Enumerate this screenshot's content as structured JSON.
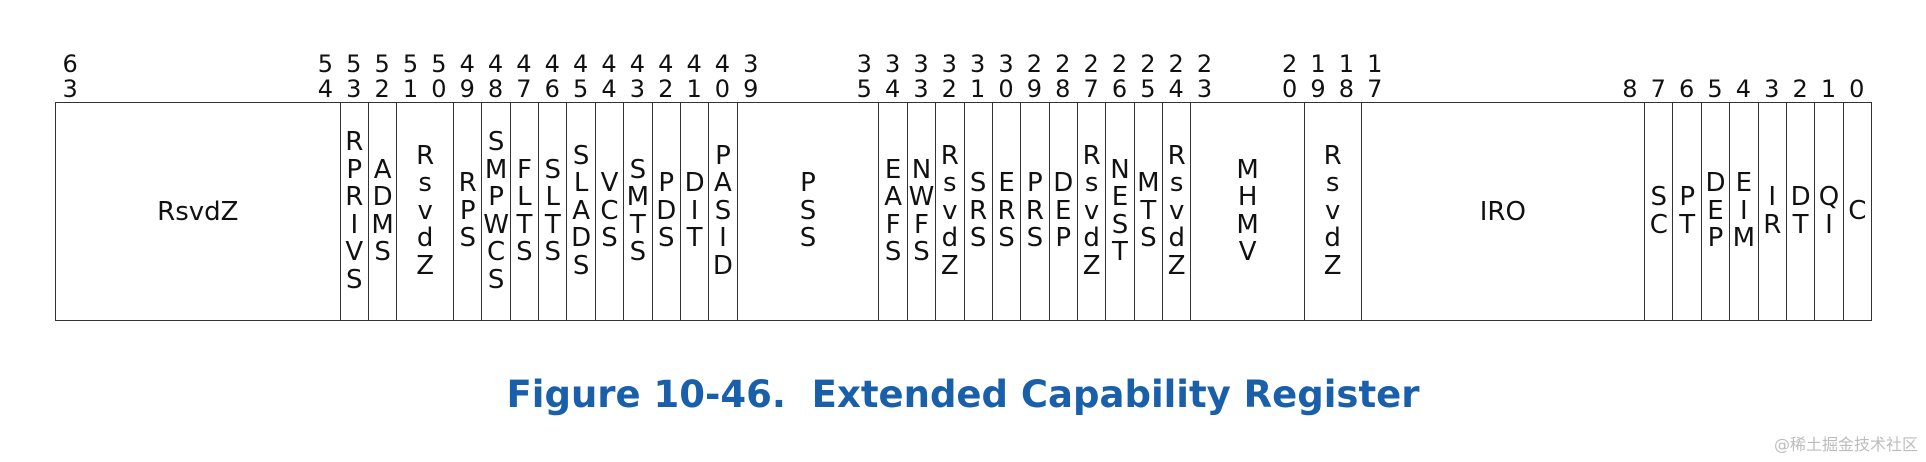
{
  "figure": {
    "caption": "Figure 10-46.  Extended Capability Register"
  },
  "register": {
    "fields": [
      {
        "name": "RsvdZ",
        "bits": [
          63,
          54
        ]
      },
      {
        "name": "RPRIVS",
        "bits": [
          53
        ]
      },
      {
        "name": "ADMS",
        "bits": [
          52
        ]
      },
      {
        "name": "RsvdZ",
        "bits": [
          51,
          50
        ]
      },
      {
        "name": "RPS",
        "bits": [
          49
        ]
      },
      {
        "name": "SMPWCS",
        "bits": [
          48
        ]
      },
      {
        "name": "FLTS",
        "bits": [
          47
        ]
      },
      {
        "name": "SLTS",
        "bits": [
          46
        ]
      },
      {
        "name": "SLADS",
        "bits": [
          45
        ]
      },
      {
        "name": "VCS",
        "bits": [
          44
        ]
      },
      {
        "name": "SMTS",
        "bits": [
          43
        ]
      },
      {
        "name": "PDS",
        "bits": [
          42
        ]
      },
      {
        "name": "DIT",
        "bits": [
          41
        ]
      },
      {
        "name": "PASID",
        "bits": [
          40
        ]
      },
      {
        "name": "PSS",
        "bits": [
          39,
          35
        ]
      },
      {
        "name": "EAFS",
        "bits": [
          34
        ]
      },
      {
        "name": "NWFS",
        "bits": [
          33
        ]
      },
      {
        "name": "RsvdZ",
        "bits": [
          32
        ]
      },
      {
        "name": "SRS",
        "bits": [
          31
        ]
      },
      {
        "name": "ERS",
        "bits": [
          30
        ]
      },
      {
        "name": "PRS",
        "bits": [
          29
        ]
      },
      {
        "name": "DEP",
        "bits": [
          28
        ]
      },
      {
        "name": "RsvdZ",
        "bits": [
          27
        ]
      },
      {
        "name": "NEST",
        "bits": [
          26
        ]
      },
      {
        "name": "MTS",
        "bits": [
          25
        ]
      },
      {
        "name": "RsvdZ",
        "bits": [
          24
        ]
      },
      {
        "name": "MHMV",
        "bits": [
          23,
          20
        ]
      },
      {
        "name": "RsvdZ",
        "bits": [
          19,
          18
        ]
      },
      {
        "name": "IRO",
        "bits": [
          17,
          8
        ]
      },
      {
        "name": "SC",
        "bits": [
          7
        ]
      },
      {
        "name": "PT",
        "bits": [
          6
        ]
      },
      {
        "name": "DEP",
        "bits": [
          5
        ]
      },
      {
        "name": "EIM",
        "bits": [
          4
        ]
      },
      {
        "name": "IR",
        "bits": [
          3
        ]
      },
      {
        "name": "DT",
        "bits": [
          2
        ]
      },
      {
        "name": "QI",
        "bits": [
          1
        ]
      },
      {
        "name": "C",
        "bits": [
          0
        ]
      }
    ]
  },
  "watermark": "@稀土掘金技术社区",
  "colors": {
    "caption": "#1a5faa",
    "text": "#111111",
    "border": "#333333",
    "watermark": "#bdbdbd"
  }
}
